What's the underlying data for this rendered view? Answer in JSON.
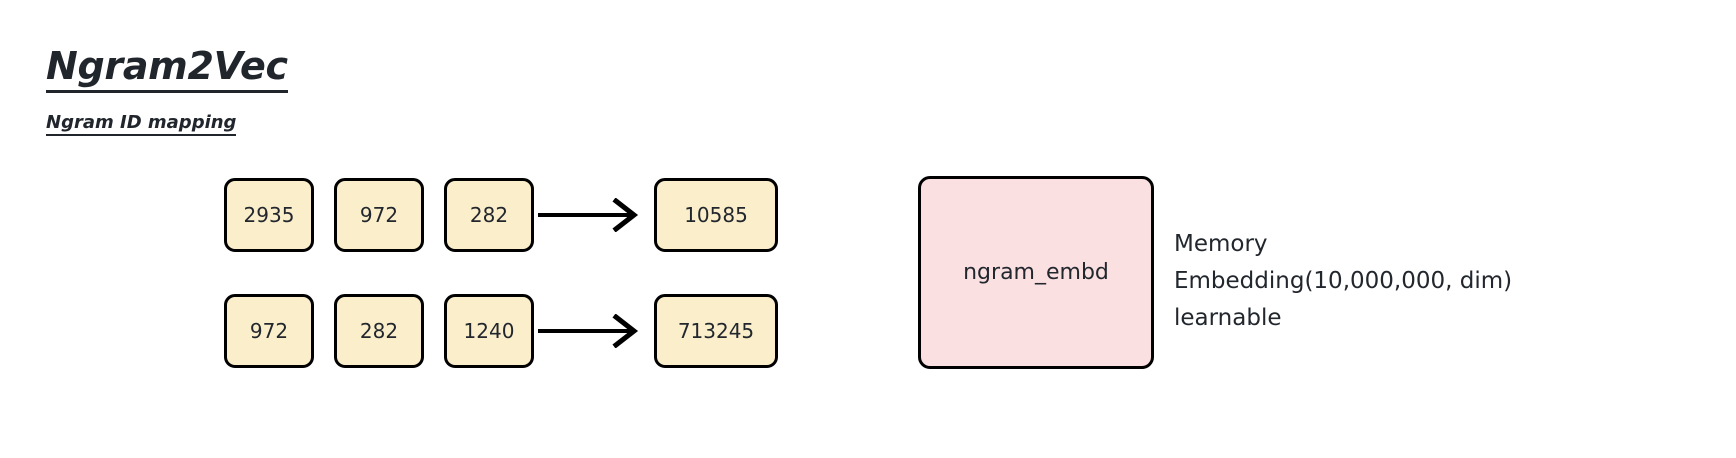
{
  "heading": {
    "title": "Ngram2Vec",
    "subtitle": "Ngram ID mapping"
  },
  "colors": {
    "ngram_box_fill": "#fbeecb",
    "memory_box_fill": "#fbe0e2",
    "border": "#000000",
    "text": "#22272e",
    "title_text": "#21262d",
    "background": "#ffffff"
  },
  "flow": {
    "rows": [
      {
        "inputs": [
          "2935",
          "972",
          "282"
        ],
        "arrow": "right-arrow-icon",
        "output": "10585"
      },
      {
        "inputs": [
          "972",
          "282",
          "1240"
        ],
        "arrow": "right-arrow-icon",
        "output": "713245"
      }
    ]
  },
  "memory": {
    "box_label": "ngram_embd",
    "description_lines": [
      "Memory",
      "Embedding(10,000,000, dim)",
      "learnable"
    ]
  }
}
